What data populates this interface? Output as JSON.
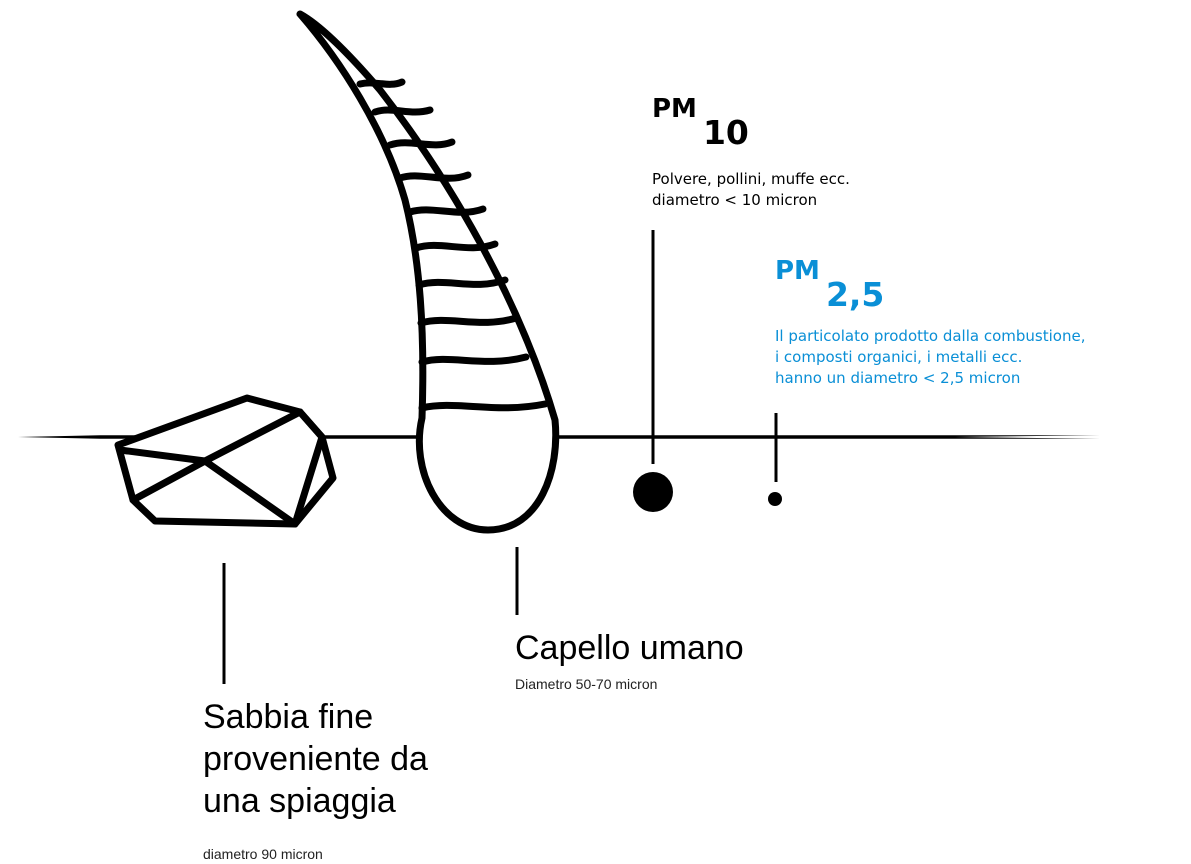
{
  "colors": {
    "ink": "#000000",
    "accent": "#0a8fd6",
    "background": "#ffffff"
  },
  "pm10": {
    "prefix": "PM",
    "sub": "10",
    "lines": [
      "Polvere, pollini, muffe ecc.",
      "diametro < 10 micron"
    ]
  },
  "pm25": {
    "prefix": "PM",
    "sub": "2,5",
    "lines": [
      "Il particolato prodotto dalla combustione,",
      "i composti organici, i metalli ecc.",
      "hanno un diametro < 2,5 micron"
    ]
  },
  "hair": {
    "title": "Capello umano",
    "subtitle": "Diametro 50-70 micron"
  },
  "sand": {
    "title_lines": [
      "Sabbia fine",
      "proveniente da",
      "una spiaggia"
    ],
    "subtitle": "diametro 90 micron"
  }
}
